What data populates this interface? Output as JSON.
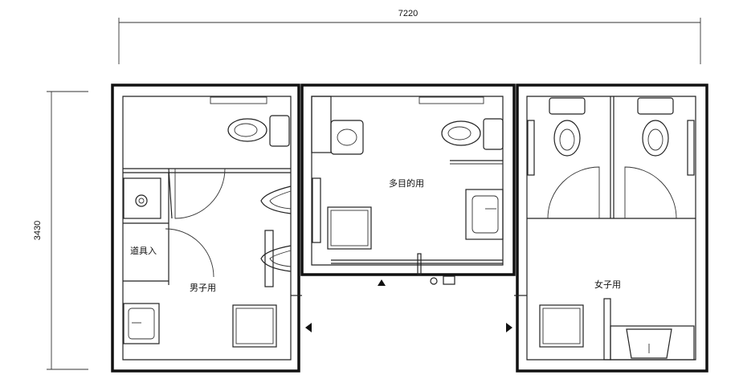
{
  "dimensions": {
    "width": "7220",
    "height": "3430"
  },
  "rooms": {
    "multipurpose": "多目的用",
    "mens": "男子用",
    "womens": "女子用",
    "storage": "道具入"
  },
  "colors": {
    "line": "#111111",
    "background": "#ffffff"
  }
}
